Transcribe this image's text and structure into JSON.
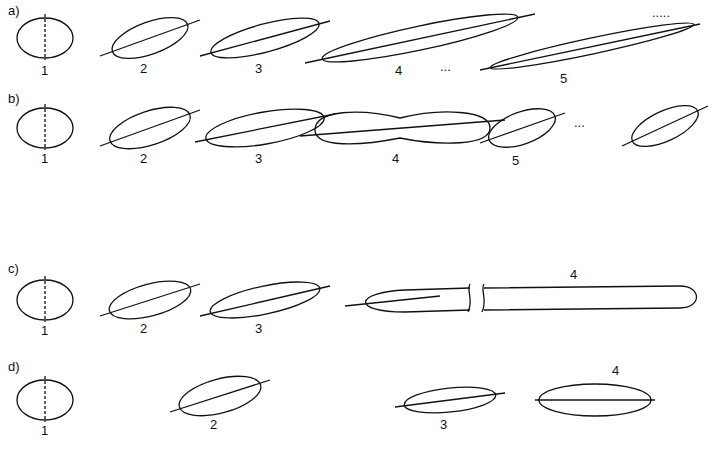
{
  "diagram": {
    "labels": [
      "a)",
      "1",
      "2",
      "3",
      "4",
      ".....",
      "...",
      "5",
      "b)",
      "1",
      "2",
      "3",
      "4",
      "...",
      "5",
      "c)",
      "1",
      "2",
      "3",
      "4",
      "d)",
      "1",
      "2",
      "3",
      "4"
    ]
  }
}
